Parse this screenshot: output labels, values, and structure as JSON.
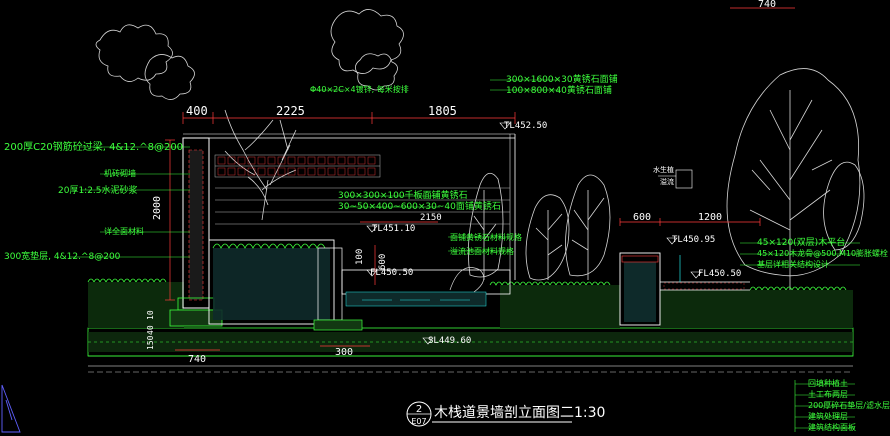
{
  "drawing": {
    "title": "木栈道景墙剖立面图二",
    "scale": "1:30",
    "badge_top": "2",
    "badge_bottom": "E07",
    "colors": {
      "background": "#000000",
      "green": "#3dff3d",
      "white": "#ffffff",
      "cyan": "#22e6e6",
      "red": "#ff3b3b",
      "yellow": "#ffff33",
      "magenta": "#ff40ff",
      "tree": "#d0d0d0"
    }
  },
  "dims": {
    "top_740": "740",
    "d400": "400",
    "d2225": "2225",
    "d1805": "1805",
    "d2000": "2000",
    "d2150": "2150",
    "d100": "100",
    "d600v": "600",
    "d600": "600",
    "d1200": "1200",
    "b740": "740",
    "d300": "300",
    "d10": "10",
    "d40": "40",
    "d150": "150"
  },
  "levels": {
    "tl452": "TL452.50",
    "tl451": "TL451.10",
    "fl450a": "FL450.50",
    "tl450": "TL450.95",
    "fl450b": "FL450.50",
    "sl449": "SL449.60"
  },
  "notes": {
    "n01": "Φ40×2C×4镀锌, 每米按排",
    "n02": "200厚C20钢筋砼过梁, 4&12.^8@200",
    "n03": "机砖砌墙",
    "n04": "20厚1:2.5水泥砂浆",
    "n05": "详全面材料",
    "n06": "300宽垫层, 4&12.^8@200",
    "n07": "300×1600×30黄锈石面铺",
    "n08": "100×800×40黄锈石面铺",
    "n09": "300×300×100千板面铺黄锈石",
    "n10": "30~50×400~600×30~40面铺黄锈石",
    "n11": "面铺黄锈石材料规格",
    "n12": "溢流池面材料规格",
    "n13": "水生植",
    "n14": "溢流",
    "n15": "45×120(双层)木平台",
    "n16": "45×120木龙骨@500,M10膨胀螺栓",
    "n17": "基层详相关结构设计",
    "n18": "回填种植土",
    "n19": "土工布两层",
    "n20": "200厚碎石垫层/滤水层",
    "n21": "建筑处理层",
    "n22": "建筑结构面板"
  }
}
